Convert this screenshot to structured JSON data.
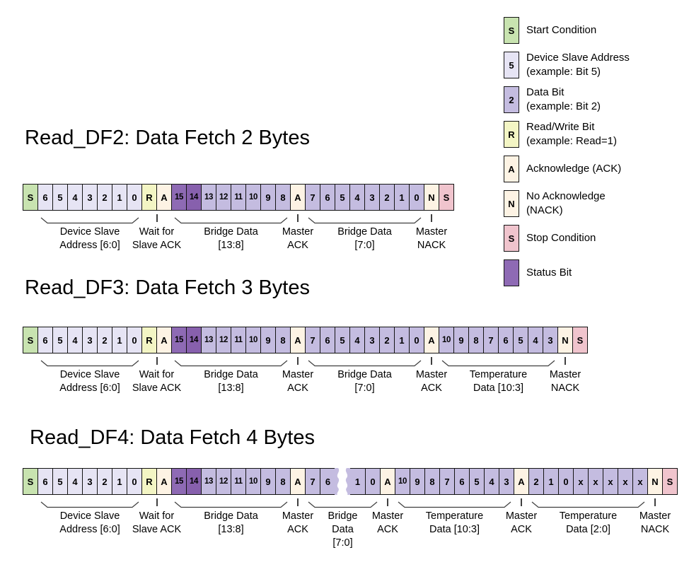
{
  "colors": {
    "start": "#c8e3b0",
    "addr": "#e6e4f4",
    "data": "#c4bce0",
    "rw": "#f3f5c4",
    "ack": "#fdf3e4",
    "s15": "#8e6ab4",
    "s14": "#8760ad",
    "stop": "#f0c4cd",
    "border": "#141414",
    "brace": "#3f3f3f"
  },
  "legend": {
    "items": [
      {
        "symbol": "S",
        "type": "start",
        "lines": [
          "Start Condition"
        ]
      },
      {
        "symbol": "5",
        "type": "addr",
        "lines": [
          "Device Slave Address",
          "(example: Bit 5)"
        ]
      },
      {
        "symbol": "2",
        "type": "data",
        "lines": [
          "Data Bit",
          "(example: Bit 2)"
        ]
      },
      {
        "symbol": "R",
        "type": "rw",
        "lines": [
          "Read/Write Bit",
          "(example: Read=1)"
        ]
      },
      {
        "symbol": "A",
        "type": "ack",
        "lines": [
          "Acknowledge (ACK)"
        ]
      },
      {
        "symbol": "N",
        "type": "ack",
        "lines": [
          "No Acknowledge",
          "(NACK)"
        ]
      },
      {
        "symbol": "S",
        "type": "stop",
        "lines": [
          "Stop Condition"
        ]
      },
      {
        "symbol": "",
        "type": "s15",
        "lines": [
          "Status Bit"
        ]
      }
    ]
  },
  "sections": [
    {
      "id": "read_df2",
      "title": "Read_DF2: Data Fetch 2 Bytes",
      "cells": [
        [
          "start",
          "S"
        ],
        [
          "addr",
          "6"
        ],
        [
          "addr",
          "5"
        ],
        [
          "addr",
          "4"
        ],
        [
          "addr",
          "3"
        ],
        [
          "addr",
          "2"
        ],
        [
          "addr",
          "1"
        ],
        [
          "addr",
          "0"
        ],
        [
          "rw",
          "R"
        ],
        [
          "ack",
          "A"
        ],
        [
          "s15",
          "15"
        ],
        [
          "s14",
          "14"
        ],
        [
          "data",
          "13"
        ],
        [
          "data",
          "12"
        ],
        [
          "data",
          "11"
        ],
        [
          "data",
          "10"
        ],
        [
          "data",
          "9"
        ],
        [
          "data",
          "8"
        ],
        [
          "ack",
          "A"
        ],
        [
          "data",
          "7"
        ],
        [
          "data",
          "6"
        ],
        [
          "data",
          "5"
        ],
        [
          "data",
          "4"
        ],
        [
          "data",
          "3"
        ],
        [
          "data",
          "2"
        ],
        [
          "data",
          "1"
        ],
        [
          "data",
          "0"
        ],
        [
          "ack",
          "N"
        ],
        [
          "stop",
          "S"
        ]
      ],
      "groups": [
        {
          "kind": "brace",
          "from": 1,
          "to": 7,
          "lines": [
            "Device Slave",
            "Address [6:0]"
          ]
        },
        {
          "kind": "tick",
          "from": 8,
          "to": 9,
          "lines": [
            "Wait for",
            "Slave ACK"
          ]
        },
        {
          "kind": "brace",
          "from": 10,
          "to": 17,
          "lines": [
            "Bridge Data",
            "[13:8]"
          ]
        },
        {
          "kind": "tick",
          "from": 18,
          "to": 18,
          "lines": [
            "Master",
            "ACK"
          ]
        },
        {
          "kind": "brace",
          "from": 19,
          "to": 26,
          "lines": [
            "Bridge Data",
            "[7:0]"
          ]
        },
        {
          "kind": "tick",
          "from": 27,
          "to": 27,
          "lines": [
            "Master",
            "NACK"
          ]
        }
      ]
    },
    {
      "id": "read_df3",
      "title": "Read_DF3: Data Fetch 3 Bytes",
      "cells": [
        [
          "start",
          "S"
        ],
        [
          "addr",
          "6"
        ],
        [
          "addr",
          "5"
        ],
        [
          "addr",
          "4"
        ],
        [
          "addr",
          "3"
        ],
        [
          "addr",
          "2"
        ],
        [
          "addr",
          "1"
        ],
        [
          "addr",
          "0"
        ],
        [
          "rw",
          "R"
        ],
        [
          "ack",
          "A"
        ],
        [
          "s15",
          "15"
        ],
        [
          "s14",
          "14"
        ],
        [
          "data",
          "13"
        ],
        [
          "data",
          "12"
        ],
        [
          "data",
          "11"
        ],
        [
          "data",
          "10"
        ],
        [
          "data",
          "9"
        ],
        [
          "data",
          "8"
        ],
        [
          "ack",
          "A"
        ],
        [
          "data",
          "7"
        ],
        [
          "data",
          "6"
        ],
        [
          "data",
          "5"
        ],
        [
          "data",
          "4"
        ],
        [
          "data",
          "3"
        ],
        [
          "data",
          "2"
        ],
        [
          "data",
          "1"
        ],
        [
          "data",
          "0"
        ],
        [
          "ack",
          "A"
        ],
        [
          "data",
          "10"
        ],
        [
          "data",
          "9"
        ],
        [
          "data",
          "8"
        ],
        [
          "data",
          "7"
        ],
        [
          "data",
          "6"
        ],
        [
          "data",
          "5"
        ],
        [
          "data",
          "4"
        ],
        [
          "data",
          "3"
        ],
        [
          "ack",
          "N"
        ],
        [
          "stop",
          "S"
        ]
      ],
      "groups": [
        {
          "kind": "brace",
          "from": 1,
          "to": 7,
          "lines": [
            "Device Slave",
            "Address [6:0]"
          ]
        },
        {
          "kind": "tick",
          "from": 8,
          "to": 9,
          "lines": [
            "Wait for",
            "Slave ACK"
          ]
        },
        {
          "kind": "brace",
          "from": 10,
          "to": 17,
          "lines": [
            "Bridge Data",
            "[13:8]"
          ]
        },
        {
          "kind": "tick",
          "from": 18,
          "to": 18,
          "lines": [
            "Master",
            "ACK"
          ]
        },
        {
          "kind": "brace",
          "from": 19,
          "to": 26,
          "lines": [
            "Bridge Data",
            "[7:0]"
          ]
        },
        {
          "kind": "tick",
          "from": 27,
          "to": 27,
          "lines": [
            "Master",
            "ACK"
          ]
        },
        {
          "kind": "brace",
          "from": 28,
          "to": 35,
          "lines": [
            "Temperature",
            "Data [10:3]"
          ]
        },
        {
          "kind": "tick",
          "from": 36,
          "to": 36,
          "lines": [
            "Master",
            "NACK"
          ]
        }
      ]
    },
    {
      "id": "read_df4",
      "title": "Read_DF4: Data Fetch 4 Bytes",
      "cells": [
        [
          "start",
          "S"
        ],
        [
          "addr",
          "6"
        ],
        [
          "addr",
          "5"
        ],
        [
          "addr",
          "4"
        ],
        [
          "addr",
          "3"
        ],
        [
          "addr",
          "2"
        ],
        [
          "addr",
          "1"
        ],
        [
          "addr",
          "0"
        ],
        [
          "rw",
          "R"
        ],
        [
          "ack",
          "A"
        ],
        [
          "s15",
          "15"
        ],
        [
          "s14",
          "14"
        ],
        [
          "data",
          "13"
        ],
        [
          "data",
          "12"
        ],
        [
          "data",
          "11"
        ],
        [
          "data",
          "10"
        ],
        [
          "data",
          "9"
        ],
        [
          "data",
          "8"
        ],
        [
          "ack",
          "A"
        ],
        [
          "data",
          "7"
        ],
        [
          "data",
          "6"
        ],
        [
          "gap",
          ""
        ],
        [
          "data",
          "1"
        ],
        [
          "data",
          "0"
        ],
        [
          "ack",
          "A"
        ],
        [
          "data",
          "10"
        ],
        [
          "data",
          "9"
        ],
        [
          "data",
          "8"
        ],
        [
          "data",
          "7"
        ],
        [
          "data",
          "6"
        ],
        [
          "data",
          "5"
        ],
        [
          "data",
          "4"
        ],
        [
          "data",
          "3"
        ],
        [
          "ack",
          "A"
        ],
        [
          "data",
          "2"
        ],
        [
          "data",
          "1"
        ],
        [
          "data",
          "0"
        ],
        [
          "data",
          "x"
        ],
        [
          "data",
          "x"
        ],
        [
          "data",
          "x"
        ],
        [
          "data",
          "x"
        ],
        [
          "data",
          "x"
        ],
        [
          "ack",
          "N"
        ],
        [
          "stop",
          "S"
        ]
      ],
      "groups": [
        {
          "kind": "brace",
          "from": 1,
          "to": 7,
          "lines": [
            "Device Slave",
            "Address [6:0]"
          ]
        },
        {
          "kind": "tick",
          "from": 8,
          "to": 9,
          "lines": [
            "Wait for",
            "Slave ACK"
          ]
        },
        {
          "kind": "brace",
          "from": 10,
          "to": 17,
          "lines": [
            "Bridge Data",
            "[13:8]"
          ]
        },
        {
          "kind": "tick",
          "from": 18,
          "to": 18,
          "lines": [
            "Master",
            "ACK"
          ]
        },
        {
          "kind": "brace",
          "from": 19,
          "to": 23,
          "lines": [
            "Bridge",
            "Data",
            "[7:0]"
          ]
        },
        {
          "kind": "tick",
          "from": 24,
          "to": 24,
          "lines": [
            "Master",
            "ACK"
          ]
        },
        {
          "kind": "brace",
          "from": 25,
          "to": 32,
          "lines": [
            "Temperature",
            "Data [10:3]"
          ]
        },
        {
          "kind": "tick",
          "from": 33,
          "to": 33,
          "lines": [
            "Master",
            "ACK"
          ]
        },
        {
          "kind": "brace",
          "from": 34,
          "to": 41,
          "lines": [
            "Temperature",
            "Data [2:0]"
          ]
        },
        {
          "kind": "tick",
          "from": 42,
          "to": 42,
          "lines": [
            "Master",
            "NACK"
          ]
        }
      ]
    }
  ]
}
